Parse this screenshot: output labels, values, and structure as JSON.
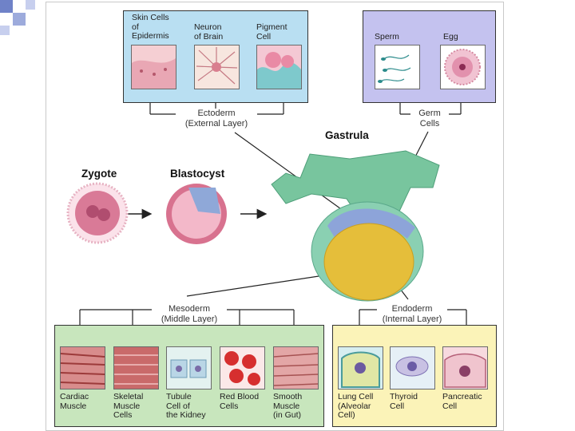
{
  "ectoderm": {
    "cells": [
      {
        "label": "Skin Cells\nof\nEpidermis"
      },
      {
        "label": "Neuron\nof Brain"
      },
      {
        "label": "Pigment\nCell"
      }
    ],
    "layer_label": "Ectoderm\n(External Layer)"
  },
  "germ": {
    "cells": [
      {
        "label": "Sperm"
      },
      {
        "label": "Egg"
      }
    ],
    "layer_label": "Germ\nCells"
  },
  "stages": {
    "zygote": "Zygote",
    "blastocyst": "Blastocyst",
    "gastrula": "Gastrula"
  },
  "mesoderm": {
    "layer_label": "Mesoderm\n(Middle Layer)",
    "cells": [
      {
        "label": "Cardiac\nMuscle"
      },
      {
        "label": "Skeletal\nMuscle\nCells"
      },
      {
        "label": "Tubule\nCell of\nthe Kidney"
      },
      {
        "label": "Red Blood\nCells"
      },
      {
        "label": "Smooth\nMuscle\n(in Gut)"
      }
    ]
  },
  "endoderm": {
    "layer_label": "Endoderm\n(Internal Layer)",
    "cells": [
      {
        "label": "Lung Cell\n(Alveolar\nCell)"
      },
      {
        "label": "Thyroid\nCell"
      },
      {
        "label": "Pancreatic\nCell"
      }
    ]
  },
  "colors": {
    "ectoderm_box": "#b9dff2",
    "germ_box": "#c4c2ef",
    "mesoderm_box": "#c8e6bd",
    "endoderm_box": "#fbf3b8",
    "slide_corner": "#8fa0d8"
  }
}
